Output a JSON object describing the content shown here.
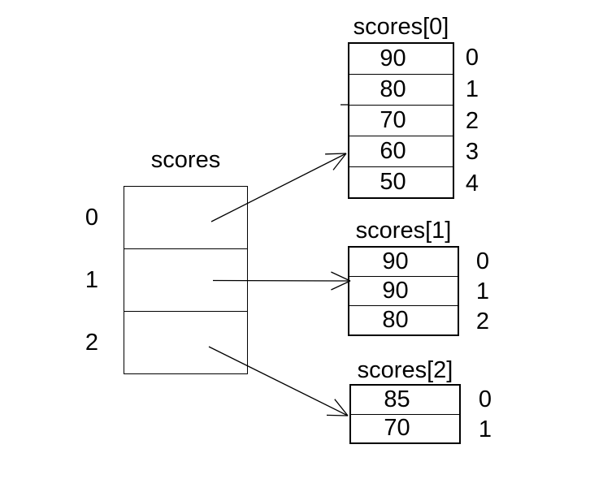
{
  "outer_array": {
    "title": "scores",
    "indices": [
      "0",
      "1",
      "2"
    ]
  },
  "inner_arrays": [
    {
      "title": "scores[0]",
      "values": [
        "90",
        "80",
        "70",
        "60",
        "50"
      ],
      "indices": [
        "0",
        "1",
        "2",
        "3",
        "4"
      ]
    },
    {
      "title": "scores[1]",
      "values": [
        "90",
        "90",
        "80"
      ],
      "indices": [
        "0",
        "1",
        "2"
      ]
    },
    {
      "title": "scores[2]",
      "values": [
        "85",
        "70"
      ],
      "indices": [
        "0",
        "1"
      ]
    }
  ],
  "colors": {
    "line": "#000000",
    "text": "#000000",
    "background": "#ffffff"
  }
}
